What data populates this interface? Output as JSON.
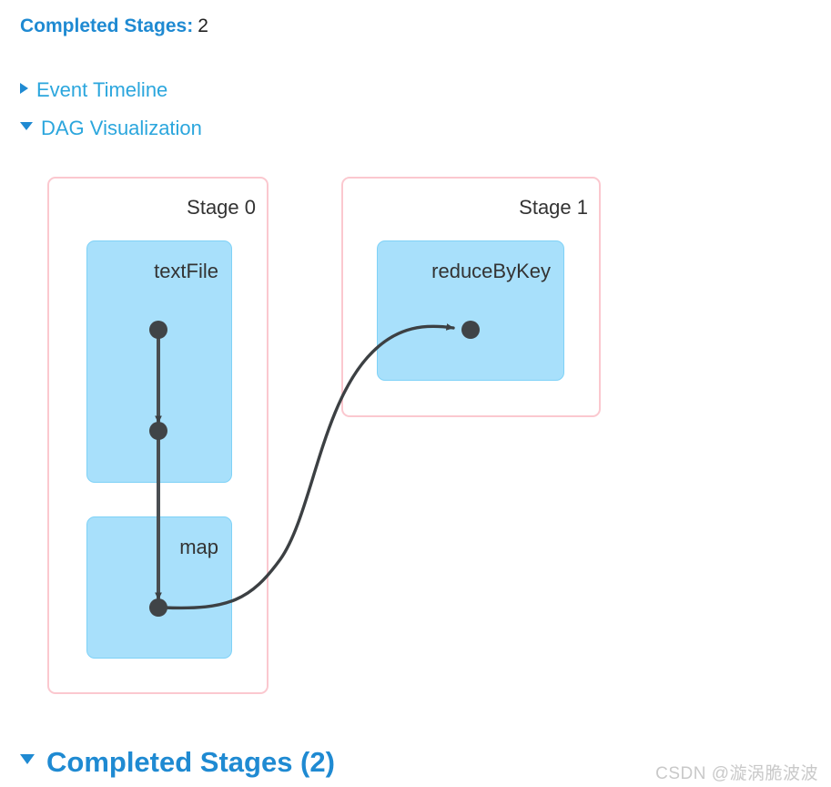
{
  "summary": {
    "label": "Completed Stages:",
    "value": "2"
  },
  "sections": [
    {
      "name": "event-timeline",
      "label": "Event Timeline",
      "expanded": false,
      "marker": "triangle-right-icon"
    },
    {
      "name": "dag-visualization",
      "label": "DAG Visualization",
      "expanded": true,
      "marker": "triangle-down-icon"
    }
  ],
  "dag": {
    "stages": [
      {
        "id": "stage-0",
        "label": "Stage 0",
        "rdds": [
          {
            "id": "textFile",
            "label": "textFile"
          },
          {
            "id": "map",
            "label": "map"
          }
        ]
      },
      {
        "id": "stage-1",
        "label": "Stage 1",
        "rdds": [
          {
            "id": "reduceByKey",
            "label": "reduceByKey"
          }
        ]
      }
    ],
    "colors": {
      "stage_border": "#fbc8cf",
      "rdd_fill": "#a8e0fb",
      "rdd_border": "#7fd2f7",
      "edge": "#3c4043",
      "node_dot": "#404447",
      "link_blue": "#2ba6dd",
      "heading_blue": "#1f8ad2"
    }
  },
  "footer": {
    "heading_label": "Completed Stages (2)",
    "heading_marker": "triangle-down-icon",
    "watermark": "CSDN @漩涡脆波波"
  }
}
